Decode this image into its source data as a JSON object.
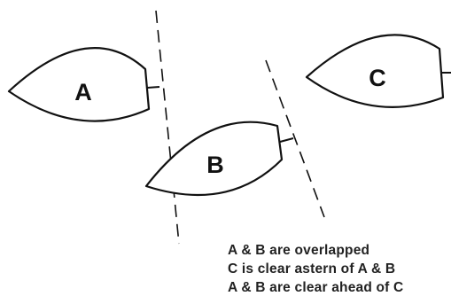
{
  "boats": [
    {
      "id": "a",
      "label": "A"
    },
    {
      "id": "b",
      "label": "B"
    },
    {
      "id": "c",
      "label": "C"
    }
  ],
  "caption": [
    "A & B are overlapped",
    "C is clear astern of A & B",
    "A & B are clear ahead of C"
  ],
  "colors": {
    "ink": "#111111",
    "background": "#ffffff"
  }
}
